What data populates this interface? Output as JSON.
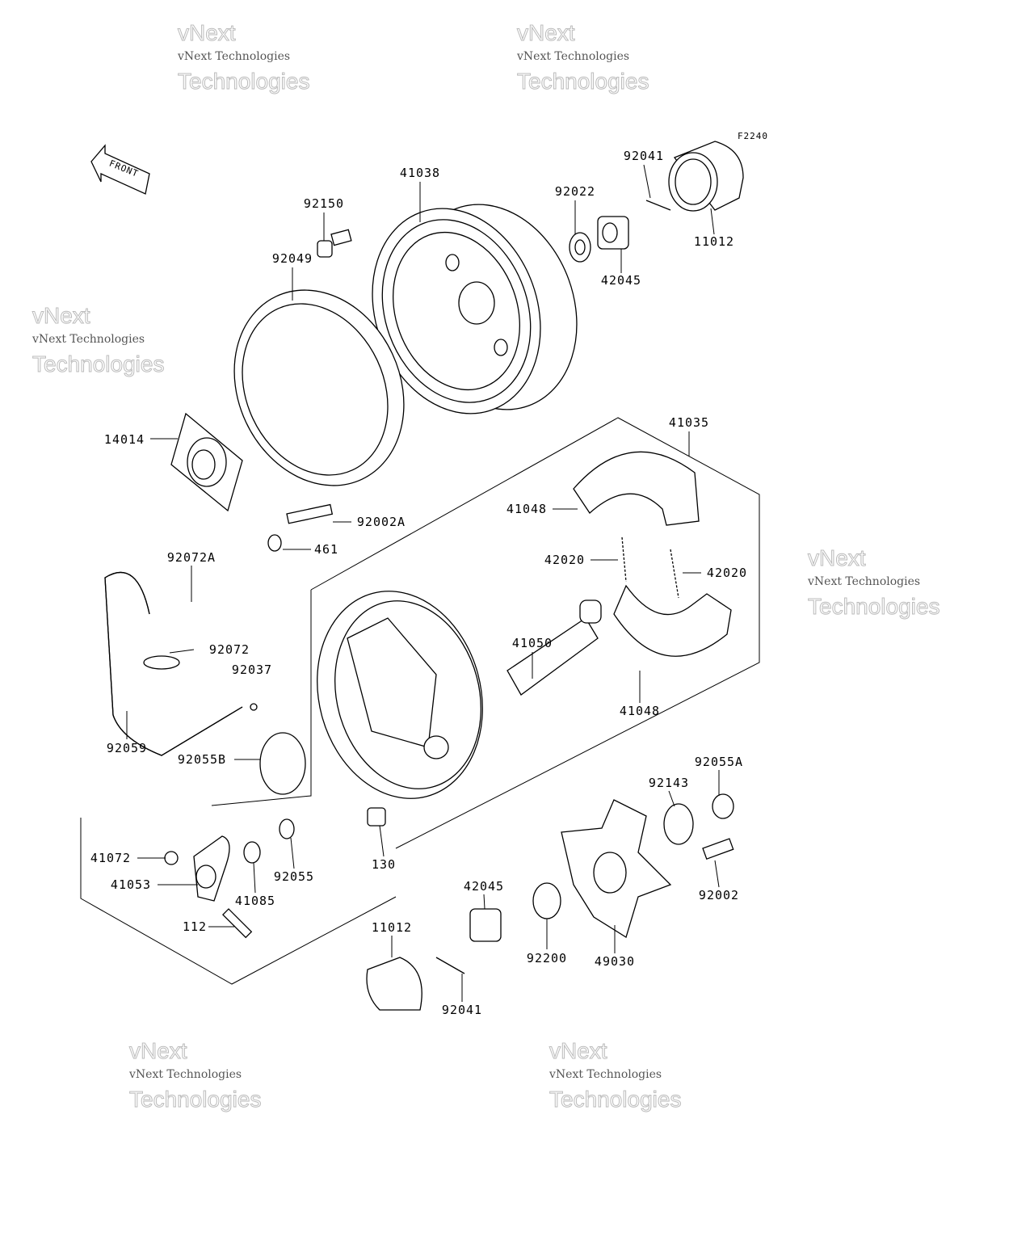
{
  "diagram_code": "F2240",
  "front_marker": "FRONT",
  "watermark": {
    "line1": "vNext Technologies",
    "line2": "vNext",
    "line3": "Technologies"
  },
  "parts": {
    "p92041_top": "92041",
    "p41038": "41038",
    "p92022": "92022",
    "p11012_top": "11012",
    "p92150": "92150",
    "p42045_top": "42045",
    "p92049": "92049",
    "p14014": "14014",
    "p41035": "41035",
    "p41048_top": "41048",
    "p92002A": "92002A",
    "p461": "461",
    "p92072A": "92072A",
    "p42020_left": "42020",
    "p42020_right": "42020",
    "p92072": "92072",
    "p41050": "41050",
    "p92037": "92037",
    "p41048_bottom": "41048",
    "p92059": "92059",
    "p92055B": "92055B",
    "p92055A": "92055A",
    "p92143": "92143",
    "p41072": "41072",
    "p41053": "41053",
    "p41085": "41085",
    "p92055": "92055",
    "p130": "130",
    "p42045_bottom": "42045",
    "p92002": "92002",
    "p112": "112",
    "p11012_bottom": "11012",
    "p92200": "92200",
    "p49030": "49030",
    "p92041_bottom": "92041"
  }
}
